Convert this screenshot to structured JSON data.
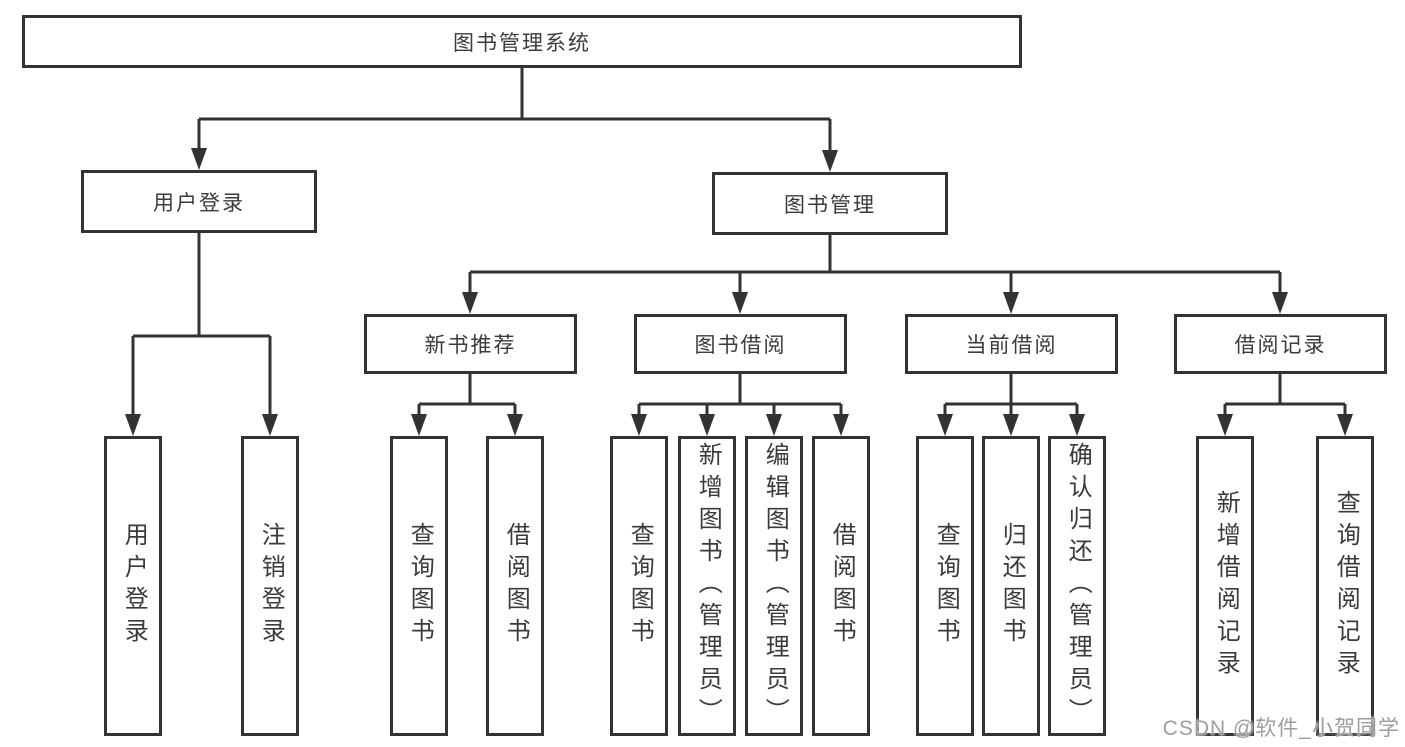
{
  "colors": {
    "line": "#333333",
    "box_border": "#333333",
    "text": "#3b3b3e",
    "watermark": "#9d9d9d",
    "background": "#ffffff"
  },
  "watermark": {
    "text": "CSDN @软件_小贺同学"
  },
  "tree": {
    "root": {
      "label": "图书管理系统",
      "children": [
        {
          "label": "用户登录",
          "children": [
            {
              "label": "用户登录"
            },
            {
              "label": "注销登录"
            }
          ]
        },
        {
          "label": "图书管理",
          "children": [
            {
              "label": "新书推荐",
              "children": [
                {
                  "label": "查询图书"
                },
                {
                  "label": "借阅图书"
                }
              ]
            },
            {
              "label": "图书借阅",
              "children": [
                {
                  "label": "查询图书"
                },
                {
                  "label": "新增图书（管理员）"
                },
                {
                  "label": "编辑图书（管理员）"
                },
                {
                  "label": "借阅图书"
                }
              ]
            },
            {
              "label": "当前借阅",
              "children": [
                {
                  "label": "查询图书"
                },
                {
                  "label": "归还图书"
                },
                {
                  "label": "确认归还（管理员）"
                }
              ]
            },
            {
              "label": "借阅记录",
              "children": [
                {
                  "label": "新增借阅记录"
                },
                {
                  "label": "查询借阅记录"
                }
              ]
            }
          ]
        }
      ]
    }
  }
}
